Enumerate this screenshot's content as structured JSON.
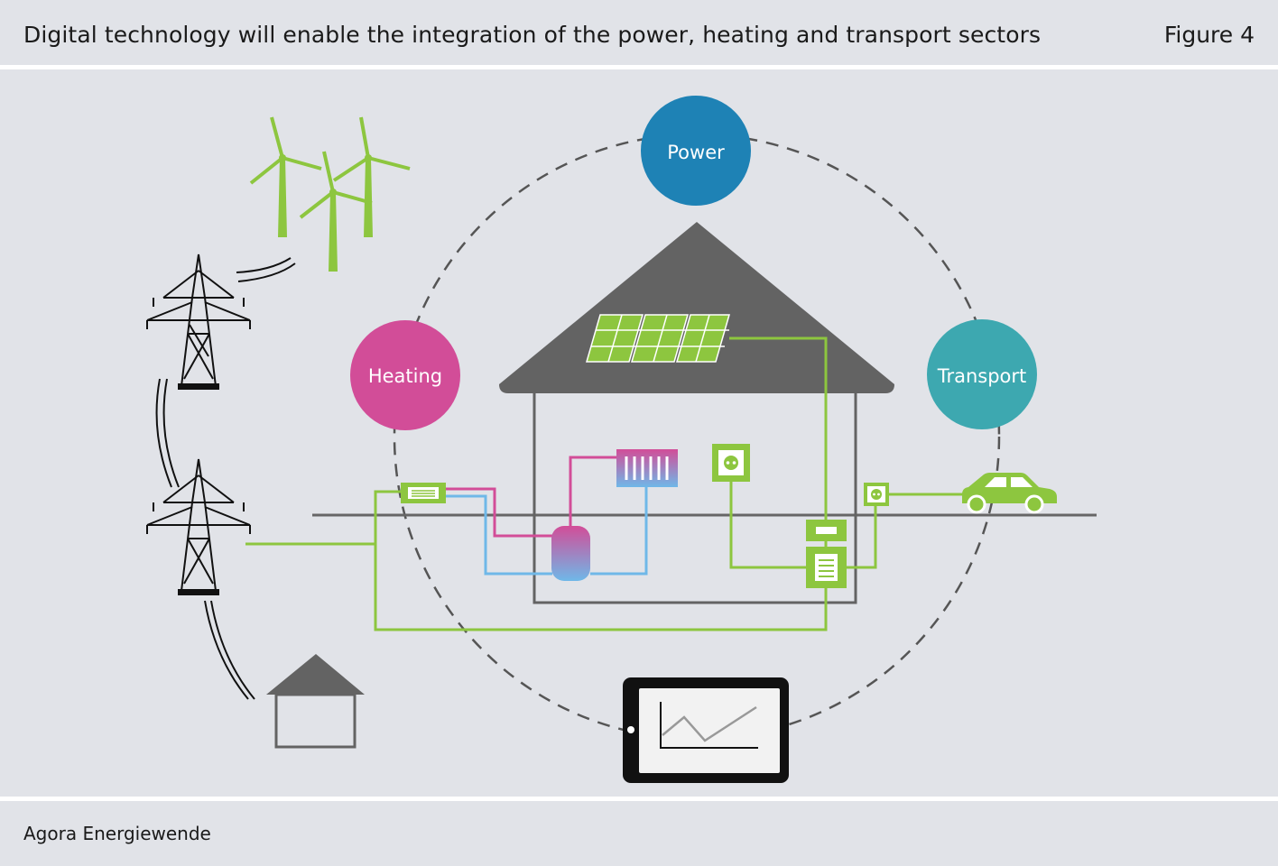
{
  "header": {
    "title": "Digital technology will enable the integration of the power, heating and transport sectors",
    "figure_label": "Figure 4"
  },
  "diagram": {
    "sectors": [
      {
        "label": "Power",
        "color": "#1e82b5"
      },
      {
        "label": "Heating",
        "color": "#d24d98"
      },
      {
        "label": "Transport",
        "color": "#3da8b0"
      }
    ],
    "colors": {
      "green": "#8dc63f",
      "roof": "#636363",
      "grid_line": "#666666",
      "pink_pipe": "#d24d98",
      "blue_pipe": "#6fb8e8"
    }
  },
  "footer": {
    "source": "Agora Energiewende"
  }
}
